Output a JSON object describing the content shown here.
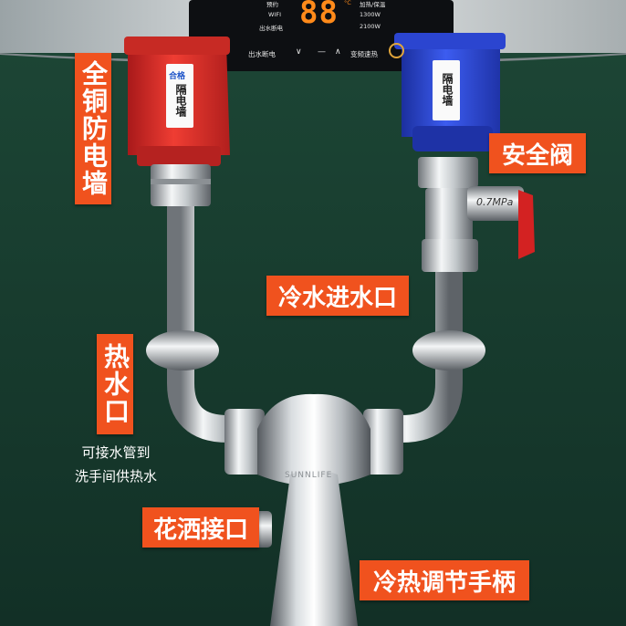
{
  "control_panel": {
    "display_digits": "88",
    "unit": "°C",
    "left_labels": [
      "预约",
      "WIFI",
      "出水断电"
    ],
    "right_labels": [
      "加热/保温",
      "1300W",
      "2100W"
    ],
    "bottom_left": "出水断电",
    "bottom_controls": [
      "∨",
      "—",
      "∧"
    ],
    "bottom_right": "变频速热"
  },
  "valve_labels": {
    "red_badge": "合格",
    "red_stamp": "隔电墙",
    "blue_stamp": "隔电墙",
    "pressure": "0.7MPa"
  },
  "faucet_brand": "SUNNLIFE",
  "callouts": {
    "copper_wall": "全铜防电墙",
    "safety_valve": "安全阀",
    "cold_inlet": "冷水进水口",
    "hot_outlet": "热水口",
    "shower_port": "花洒接口",
    "handle": "冷热调节手柄"
  },
  "caption_lines": [
    "可接水管到",
    "洗手间供热水"
  ],
  "colors": {
    "background": "#173a2c",
    "accent_tag": "#f0521e",
    "hot_red": "#e0322a",
    "cold_blue": "#2b49d6",
    "digit_orange": "#ff8a1a"
  }
}
